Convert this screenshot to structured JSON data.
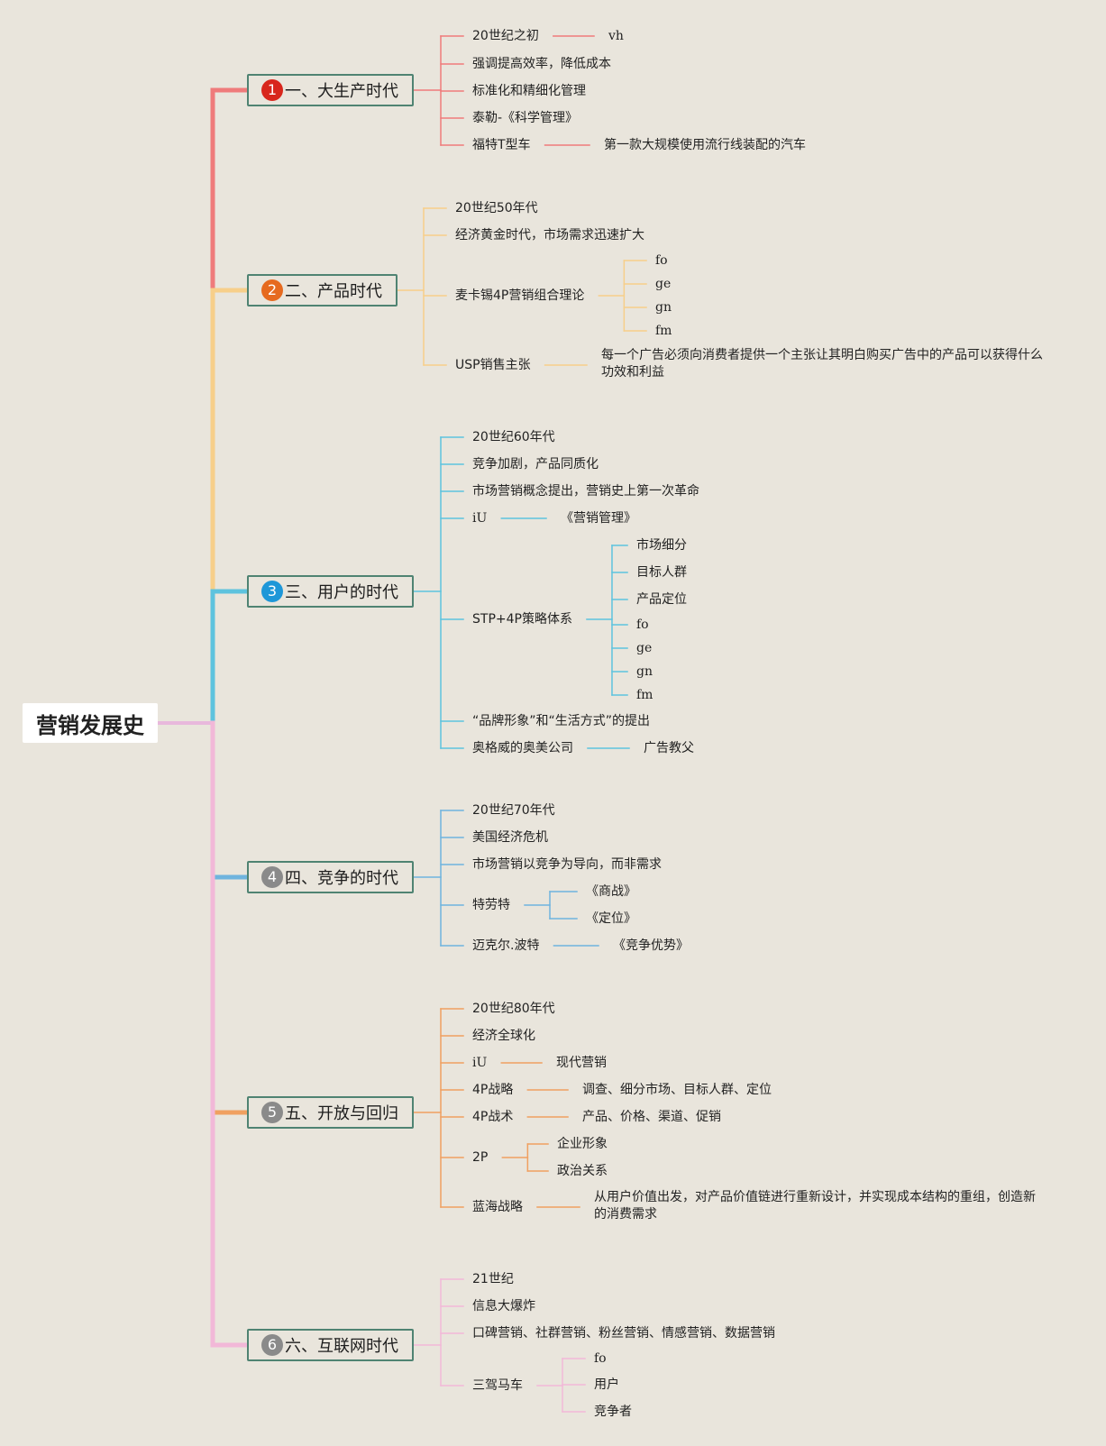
{
  "root": {
    "label": "营销发展史"
  },
  "eras": [
    {
      "num": "1",
      "label": "一、大生产时代",
      "color": "#ef7b7b",
      "badge": "#d8261c",
      "items": [
        {
          "text": "20世纪之初",
          "children": [
            {
              "text": "vh"
            }
          ]
        },
        {
          "text": "强调提高效率，降低成本"
        },
        {
          "text": "标准化和精细化管理"
        },
        {
          "text": "泰勒-《科学管理》"
        },
        {
          "text": "福特T型车",
          "children": [
            {
              "text": "第一款大规模使用流行线装配的汽车"
            }
          ]
        }
      ]
    },
    {
      "num": "2",
      "label": "二、产品时代",
      "color": "#f7cf8a",
      "badge": "#e66a1f",
      "items": [
        {
          "text": "20世纪50年代"
        },
        {
          "text": "经济黄金时代，市场需求迅速扩大"
        },
        {
          "text": "麦卡锡4P营销组合理论",
          "children": [
            {
              "text": "fo"
            },
            {
              "text": "ge"
            },
            {
              "text": "gn"
            },
            {
              "text": "fm"
            }
          ]
        },
        {
          "text": "USP销售主张",
          "children": [
            {
              "text": "每一个广告必须向消费者提供一个主张让其明白购买广告中的产品可以获得什么功效和利益"
            }
          ]
        }
      ]
    },
    {
      "num": "3",
      "label": "三、用户的时代",
      "color": "#5ec3de",
      "badge": "#1e97d8",
      "items": [
        {
          "text": "20世纪60年代"
        },
        {
          "text": "竞争加剧，产品同质化"
        },
        {
          "text": "市场营销概念提出，营销史上第一次革命"
        },
        {
          "text": "iU",
          "children": [
            {
              "text": "《营销管理》"
            }
          ]
        },
        {
          "text": "STP+4P策略体系",
          "children": [
            {
              "text": "市场细分"
            },
            {
              "text": "目标人群"
            },
            {
              "text": "产品定位"
            },
            {
              "text": "fo"
            },
            {
              "text": "ge"
            },
            {
              "text": "gn"
            },
            {
              "text": "fm"
            }
          ]
        },
        {
          "text": "“品牌形象”和“生活方式”的提出"
        },
        {
          "text": "奥格威的奥美公司",
          "children": [
            {
              "text": "广告教父"
            }
          ]
        }
      ]
    },
    {
      "num": "4",
      "label": "四、竞争的时代",
      "color": "#6fb4de",
      "badge": "#8a8a8a",
      "items": [
        {
          "text": "20世纪70年代"
        },
        {
          "text": "美国经济危机"
        },
        {
          "text": "市场营销以竞争为导向，而非需求"
        },
        {
          "text": "特劳特",
          "children": [
            {
              "text": "《商战》"
            },
            {
              "text": "《定位》"
            }
          ]
        },
        {
          "text": "迈克尔.波特",
          "children": [
            {
              "text": "《竞争优势》"
            }
          ]
        }
      ]
    },
    {
      "num": "5",
      "label": "五、开放与回归",
      "color": "#f0a060",
      "badge": "#8a8a8a",
      "items": [
        {
          "text": "20世纪80年代"
        },
        {
          "text": "经济全球化"
        },
        {
          "text": "iU",
          "children": [
            {
              "text": "现代营销"
            }
          ]
        },
        {
          "text": "4P战略",
          "children": [
            {
              "text": "调查、细分市场、目标人群、定位"
            }
          ]
        },
        {
          "text": "4P战术",
          "children": [
            {
              "text": "产品、价格、渠道、促销"
            }
          ]
        },
        {
          "text": "2P",
          "children": [
            {
              "text": "企业形象"
            },
            {
              "text": "政治关系"
            }
          ]
        },
        {
          "text": "蓝海战略",
          "children": [
            {
              "text": "从用户价值出发，对产品价值链进行重新设计，并实现成本结构的重组，创造新的消费需求"
            }
          ]
        }
      ]
    },
    {
      "num": "6",
      "label": "六、互联网时代",
      "color": "#f2b8d8",
      "badge": "#8a8a8a",
      "items": [
        {
          "text": "21世纪"
        },
        {
          "text": "信息大爆炸"
        },
        {
          "text": "口碑营销、社群营销、粉丝营销、情感营销、数据营销"
        },
        {
          "text": "三驾马车",
          "children": [
            {
              "text": "fo"
            },
            {
              "text": "用户"
            },
            {
              "text": "竞争者"
            }
          ]
        }
      ]
    }
  ]
}
